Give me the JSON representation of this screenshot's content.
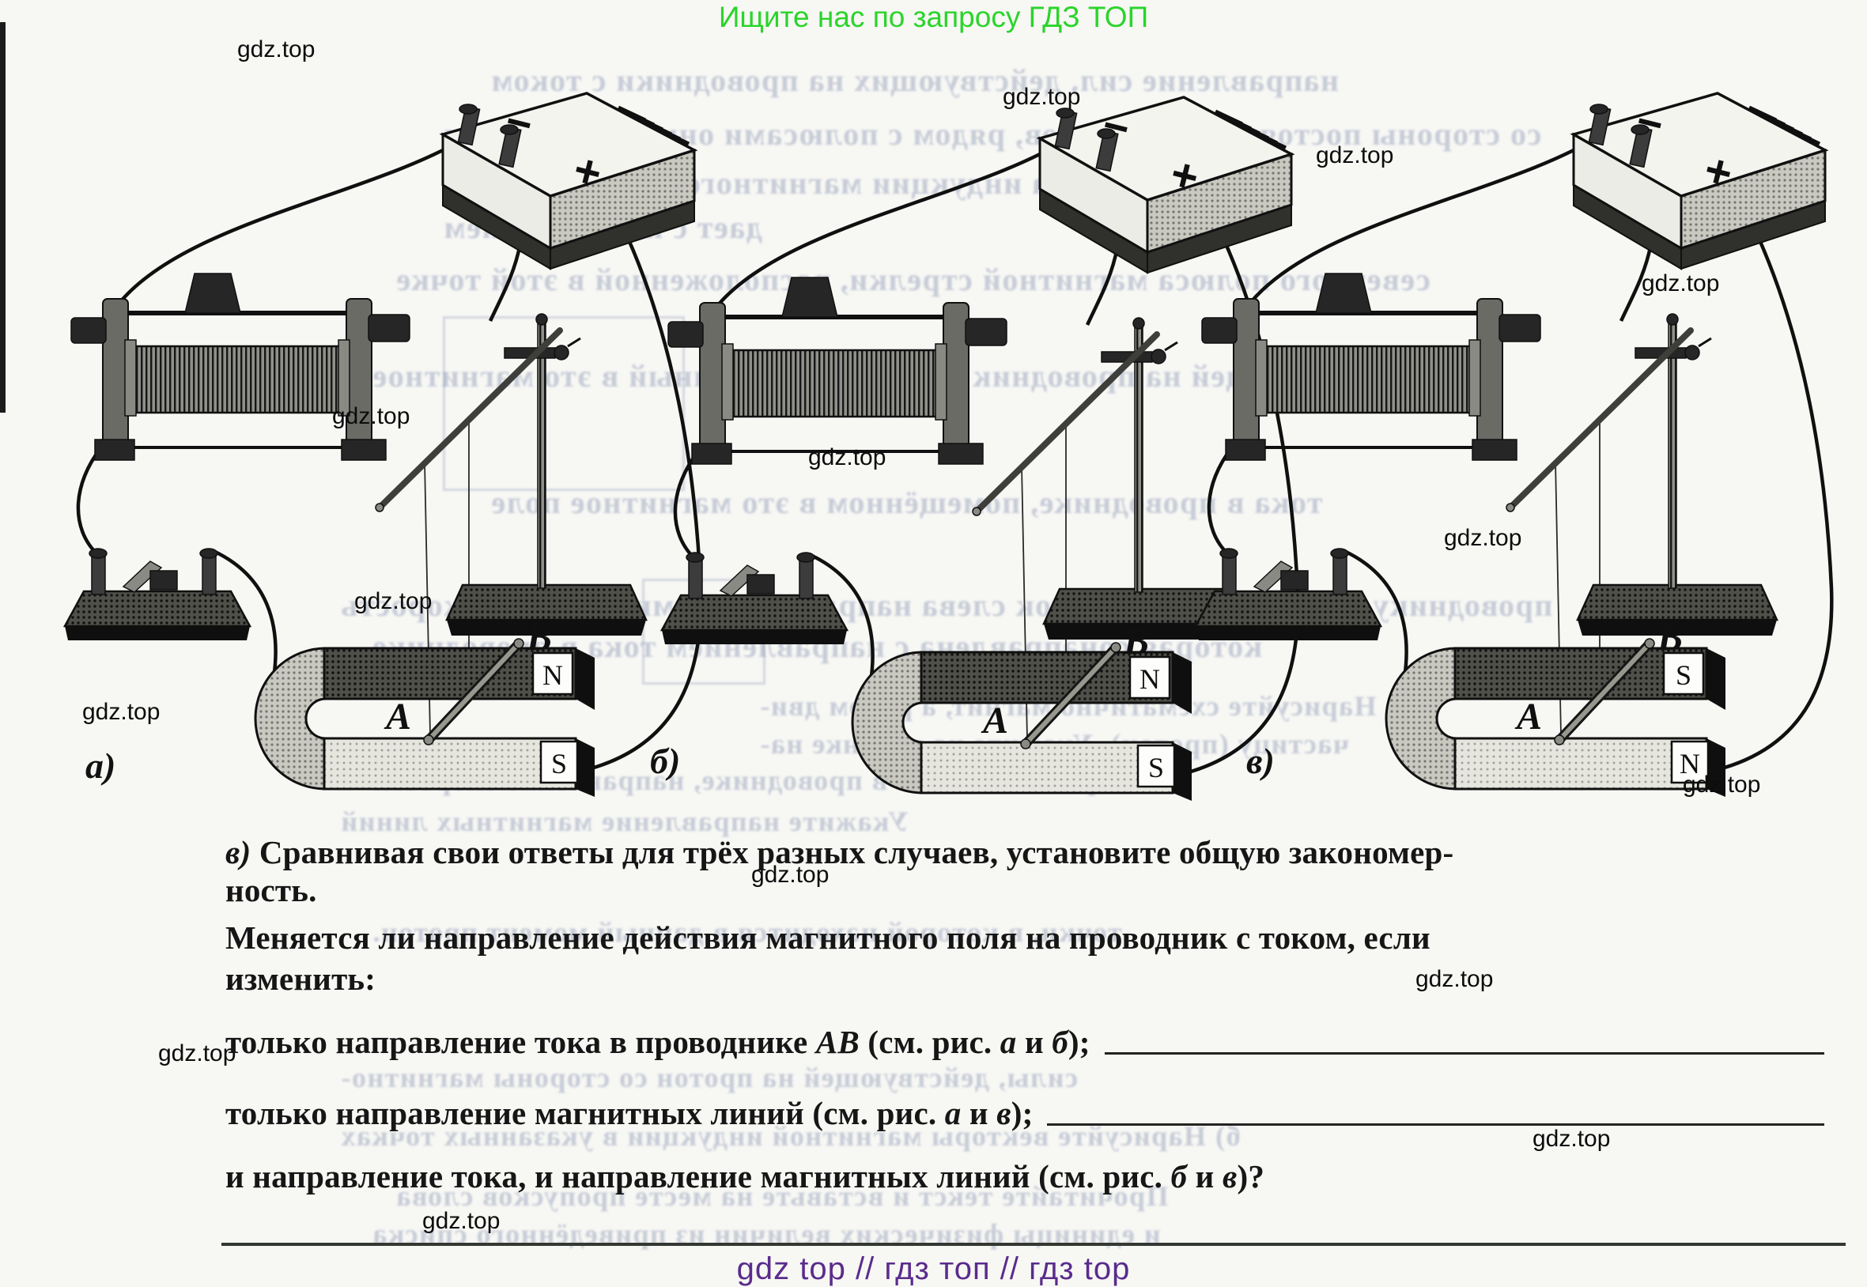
{
  "promo": {
    "text": "Ищите нас по запросу ГДЗ ТОП",
    "color": "#2bd42b"
  },
  "watermark": {
    "label": "gdz.top"
  },
  "figures": [
    {
      "label": "а)",
      "pole_top": "N",
      "pole_bottom": "S"
    },
    {
      "label": "б)",
      "pole_top": "N",
      "pole_bottom": "S"
    },
    {
      "label": "в)",
      "pole_top": "S",
      "pole_bottom": "N"
    }
  ],
  "conductor": {
    "a": "А",
    "b": "В"
  },
  "battery": {
    "plus": "+",
    "minus": "−"
  },
  "task": {
    "summary": [
      "в)",
      " Сравнивая свои ответы для трёх разных случаев, установите общую закономер-",
      "ность."
    ],
    "question": [
      "Меняется ли направление действия магнитного поля на проводник с током, если",
      "изменить:"
    ],
    "item1": [
      "только направление тока в проводнике ",
      "АВ",
      " (см. рис. ",
      "а",
      " и ",
      "б",
      ");"
    ],
    "item2": [
      "только направление магнитных линий (см. рис. ",
      "а",
      " и ",
      "в",
      ");"
    ],
    "item3": [
      "и направление тока, и направление магнитных линий (см. рис. ",
      "б",
      " и ",
      "в",
      ")?"
    ]
  },
  "footer": {
    "text": "gdz top  //  гдз топ  //  гдз top",
    "color": "#5a2c8c"
  },
  "bleedthrough": [
    "направление сил, действующих на проводники с током",
    "со стороны постоянных магнитов, рядом с полюсами они расположены",
    "вектора индукции магнитного поля",
    "дает с направлением",
    "северного полюса магнитной стрелки, расположенной в этой точке",
    "действующей на проводник с током, помещённый в это магнитное",
    "тока в проводнике, помещённом в это магнитное поле",
    "проводнику, по которому течёт ток слева направо. Другими словами, скорость",
    "которая сонаправлена с направлением тока в проводнике",
    "Нарисуйте схематично магнит, а рядом дви-",
    "частицу (протон). Укажите на рисунке на-",
    "правление тока в проводнике, направление скорости",
    "Укажите направление магнитных линий",
    "точки, в которой находится в данный момент протон.",
    "силы, действующей на протон со стороны магнитно-",
    "б) Нарисуйте векторы магнитной индукции в указанных точках",
    "Прочитайте текст и вставьте на месте пропусков слова",
    "и единицы физических величин из приведённого списка"
  ]
}
